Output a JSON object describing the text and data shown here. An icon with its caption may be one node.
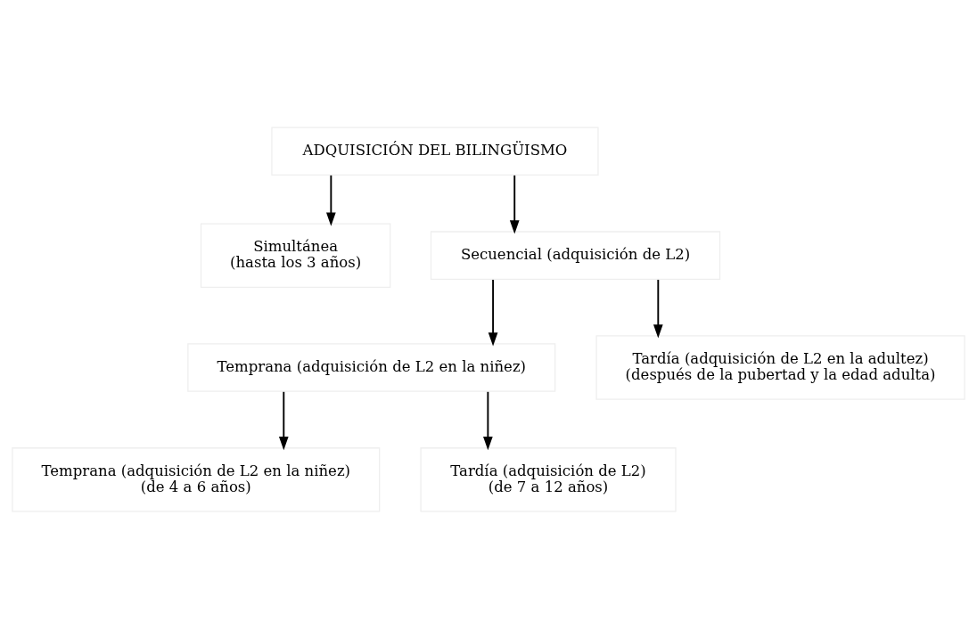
{
  "diagram": {
    "nodes": [
      {
        "text": [
          "ADQUISICIÓN DEL BILINGÜISMO"
        ]
      },
      {
        "text": [
          "Simultánea",
          "(hasta los 3 años)"
        ]
      },
      {
        "text": [
          "Secuencial (adquisición de L2)"
        ]
      },
      {
        "text": [
          "Temprana (adquisición de L2 en la niñez)"
        ]
      },
      {
        "text": [
          "Temprana (adquisición de L2 en la niñez)",
          "(de 4 a 6 años)"
        ]
      },
      {
        "text": [
          "Tardía (adquisición de L2)",
          "(de 7 a 12 años)"
        ]
      },
      {
        "text": [
          "Tardía (adquisición de L2 en la adultez)",
          "(después de la pubertad y la edad adulta)"
        ]
      }
    ],
    "edges": [
      {
        "from": 0,
        "to": 1,
        "arrow": "to"
      },
      {
        "from": 0,
        "to": 2,
        "arrow": "to"
      },
      {
        "from": 2,
        "to": 3,
        "arrow": "to"
      },
      {
        "from": 2,
        "to": 6,
        "arrow": "to"
      },
      {
        "from": 3,
        "to": 4,
        "arrow": "to"
      },
      {
        "from": 3,
        "to": 5,
        "arrow": "to"
      }
    ]
  }
}
